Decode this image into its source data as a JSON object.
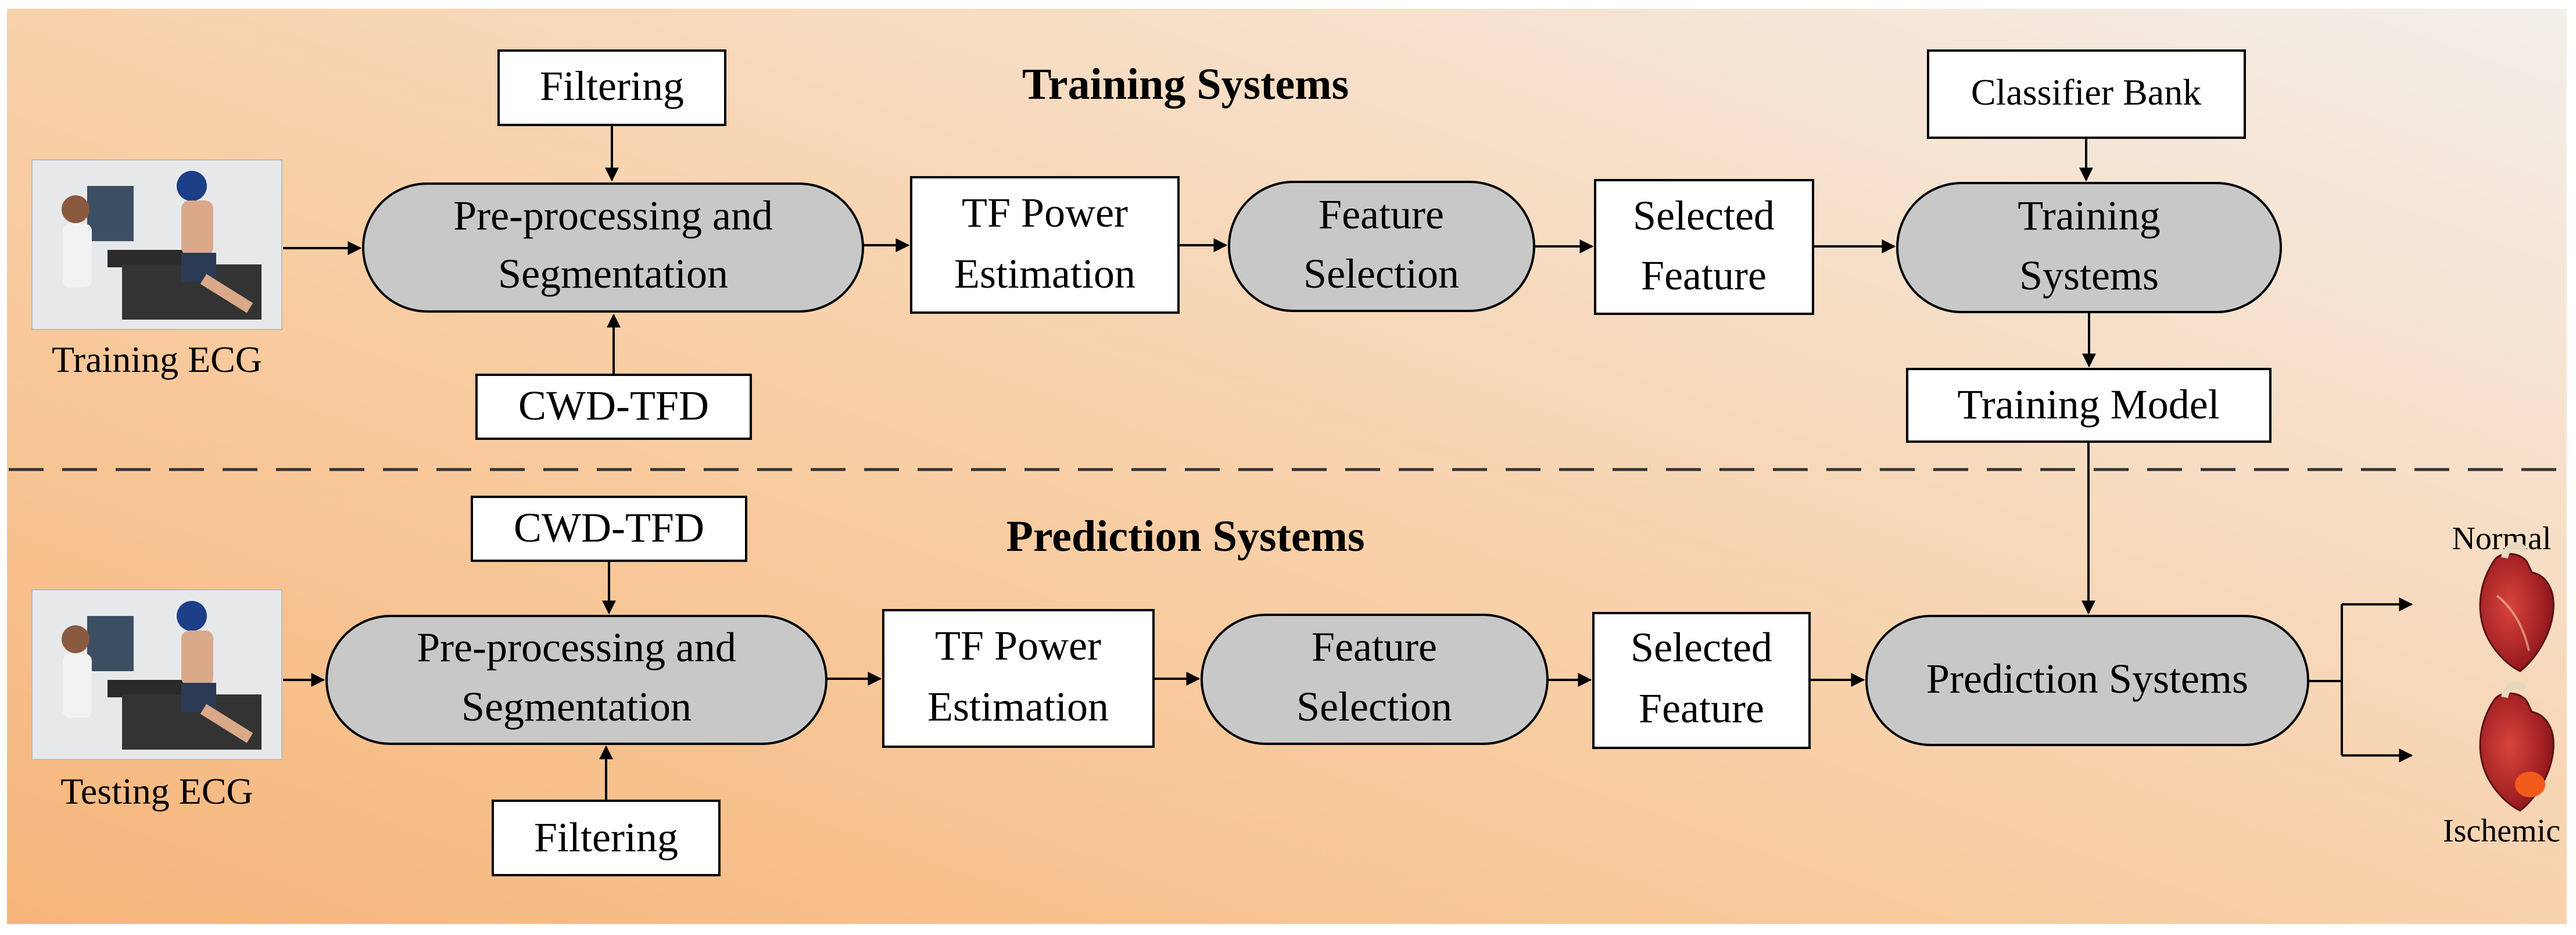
{
  "training": {
    "section_title": "Training Systems",
    "input_caption": "Training ECG",
    "filtering": "Filtering",
    "cwd_tfd": "CWD-TFD",
    "preprocessing": [
      "Pre-processing and",
      "Segmentation"
    ],
    "tf_power": [
      "TF Power",
      "Estimation"
    ],
    "feature_selection": [
      "Feature",
      "Selection"
    ],
    "selected_feature": [
      "Selected",
      "Feature"
    ],
    "classifier_bank": "Classifier Bank",
    "training_systems": [
      "Training",
      "Systems"
    ],
    "training_model": "Training Model"
  },
  "prediction": {
    "section_title": "Prediction Systems",
    "input_caption": "Testing ECG",
    "cwd_tfd": "CWD-TFD",
    "filtering": "Filtering",
    "preprocessing": [
      "Pre-processing and",
      "Segmentation"
    ],
    "tf_power": [
      "TF Power",
      "Estimation"
    ],
    "feature_selection": [
      "Feature",
      "Selection"
    ],
    "selected_feature": [
      "Selected",
      "Feature"
    ],
    "prediction_systems": "Prediction Systems",
    "output_normal": "Normal",
    "output_ischemic": "Ischemic"
  },
  "colors": {
    "background_warm": "#f8c89a",
    "background_light": "#f7f1ea",
    "process_fill": "#c8c8c8",
    "box_fill": "#ffffff",
    "heart_red": "#b3262b"
  },
  "icons": [
    "treadmill-ecg-photo",
    "heart-icon"
  ]
}
